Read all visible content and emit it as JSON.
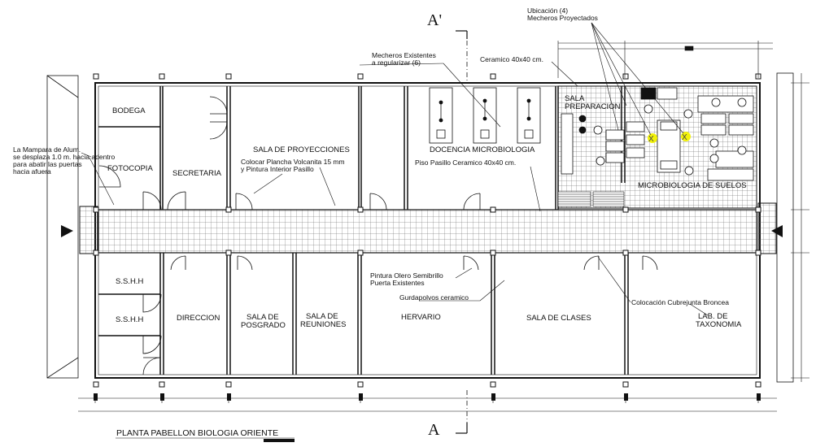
{
  "drawing": {
    "title": "PLANTA PABELLON BIOLOGIA ORIENTE",
    "section_top": "A'",
    "section_bottom": "A"
  },
  "rooms": {
    "bodega": "BODEGA",
    "fotocopia": "FOTOCOPIA",
    "secretaria": "SECRETARIA",
    "sala_proyecciones": "SALA DE PROYECCIONES",
    "docencia": "DOCENCIA MICROBIOLOGIA",
    "sala_preparacion_1": "SALA",
    "sala_preparacion_2": "PREPARACION",
    "microbiologia_suelos": "MICROBIOLOGIA DE SUELOS",
    "sshh_1": "S.S.H.H",
    "sshh_2": "S.S.H.H",
    "direccion": "DIRECCION",
    "sala_posgrado_1": "SALA DE",
    "sala_posgrado_2": "POSGRADO",
    "sala_reuniones_1": "SALA DE",
    "sala_reuniones_2": "REUNIONES",
    "hervario": "HERVARIO",
    "sala_clases": "SALA DE CLASES",
    "lab_taxonomia_1": "LAB. DE",
    "lab_taxonomia_2": "TAXONOMIA"
  },
  "notes": {
    "mampara_1": "La Mampara de Alum.",
    "mampara_2": "se desplaza 1.0 m. hacia adentro",
    "mampara_3": "para abatir las puertas",
    "mampara_4": "hacia afuera",
    "volcanita_1": "Colocar Plancha Volcanita 15 mm",
    "volcanita_2": "y Pintura Interior Pasillo",
    "mecheros_ex_1": "Mecheros Existentes",
    "mecheros_ex_2": "a regularizar (6)",
    "ceramico": "Ceramico 40x40 cm.",
    "ubicacion_1": "Ubicación (4)",
    "ubicacion_2": "Mecheros Proyectados",
    "piso_pasillo": "Piso Pasillo Ceramico 40x40 cm.",
    "pintura_1": "Pintura Olero Semibrillo",
    "pintura_2": "Puerta Existentes",
    "guardapolvos": "Gurdapolvos ceramico",
    "cubrejunta": "Colocación Cubrejunta Broncea"
  },
  "colors": {
    "line": "#111111",
    "grid": "#444444",
    "mechero": "#f2f20a"
  }
}
